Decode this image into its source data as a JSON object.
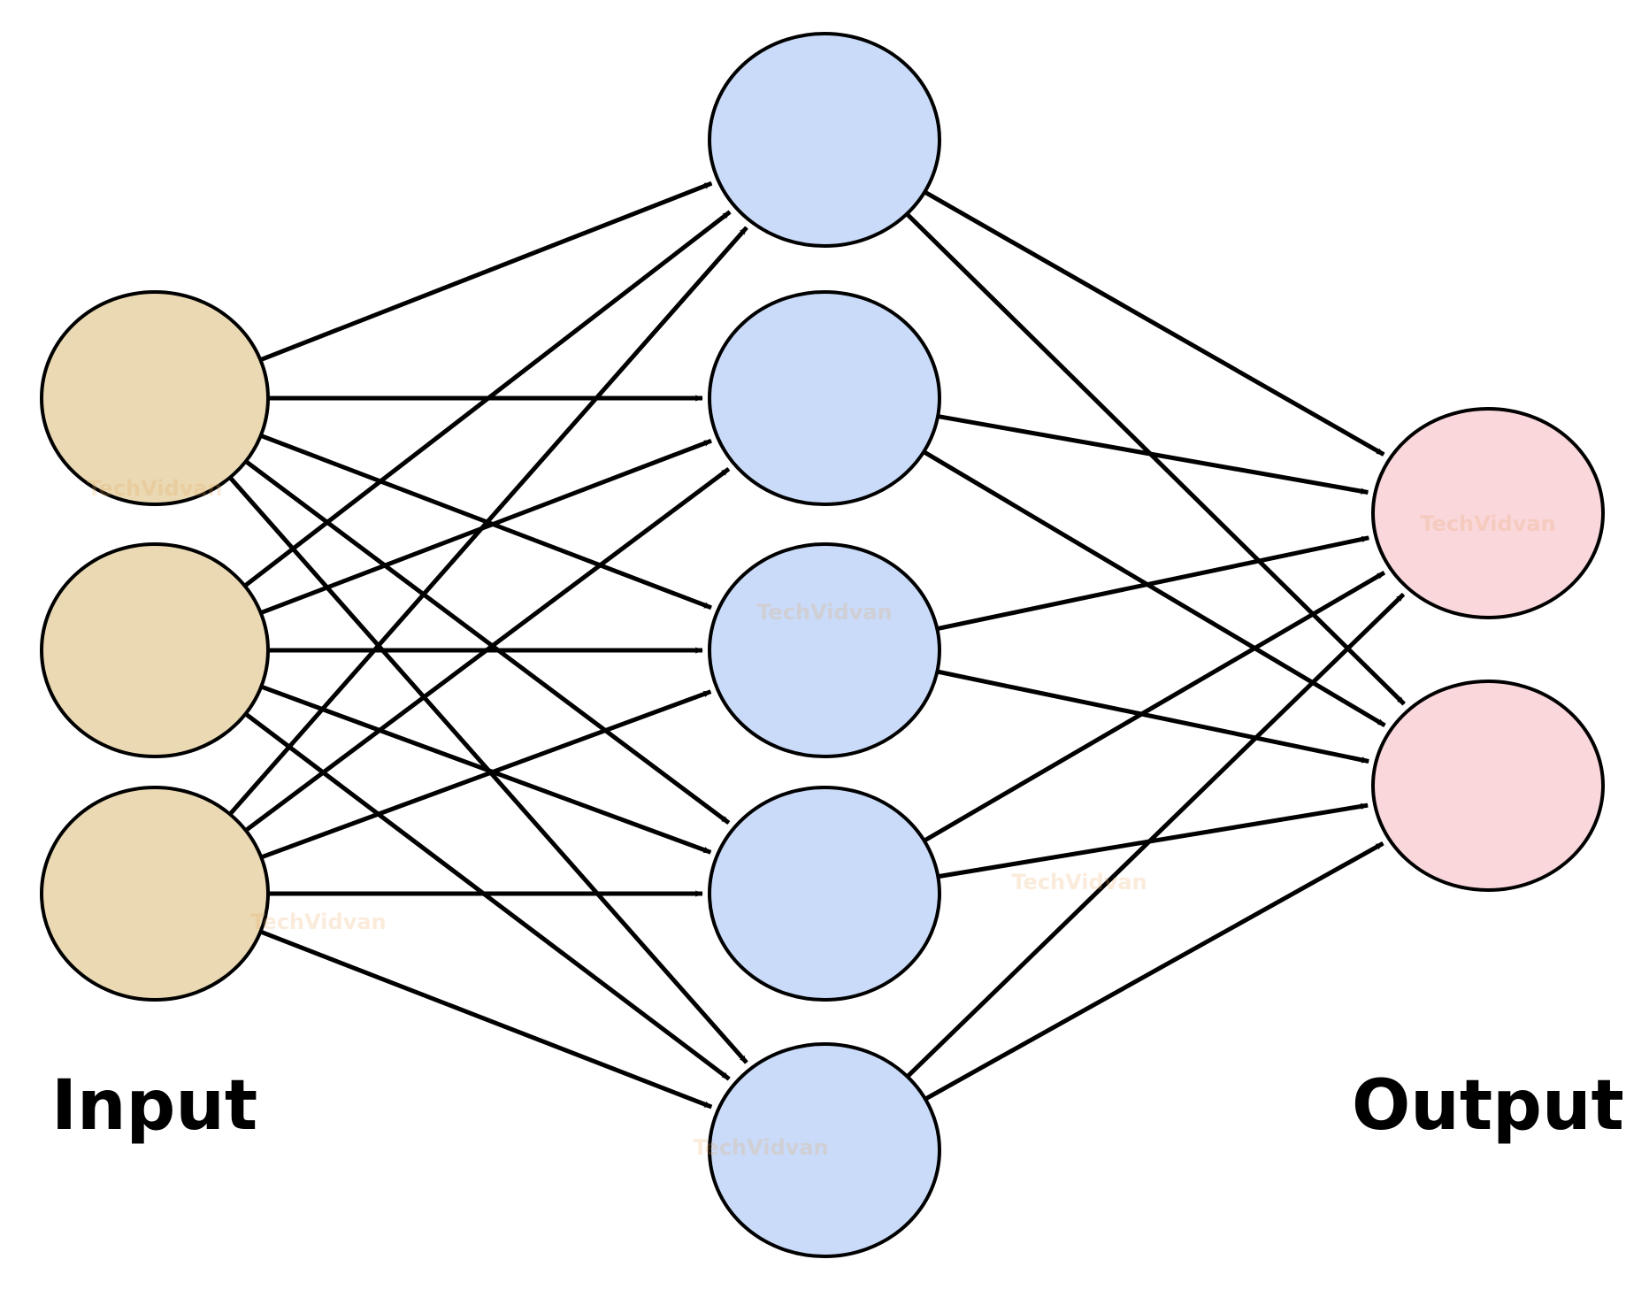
{
  "labels": {
    "input": "Input",
    "output": "Output"
  },
  "colors": {
    "input_fill": "#ead9b3",
    "hidden_fill": "#c9dbf8",
    "output_fill": "#fad7db",
    "stroke": "#000000",
    "background": "#ffffff"
  },
  "layers": [
    {
      "name": "input",
      "node_count": 3
    },
    {
      "name": "hidden",
      "node_count": 5
    },
    {
      "name": "output",
      "node_count": 2
    }
  ],
  "watermark": "TechVidvan"
}
